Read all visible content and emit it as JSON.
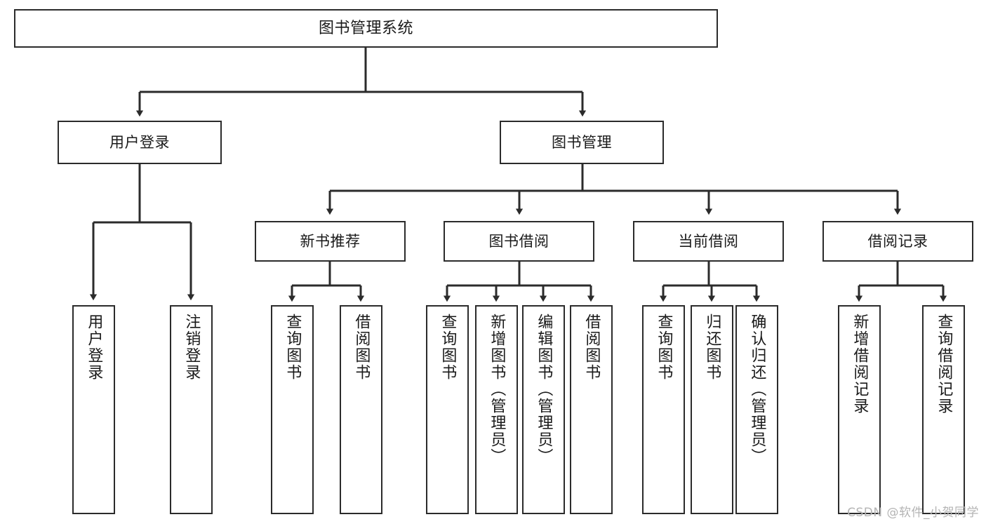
{
  "diagram": {
    "title": "图书管理系统",
    "type": "tree",
    "watermark": "CSDN @软件_小贺同学",
    "colors": {
      "stroke": "#2b2b2b",
      "fill": "#ffffff",
      "text": "#1a1a1a",
      "watermark": "#b4b4b4"
    },
    "levels": {
      "root": {
        "label": "图书管理系统"
      },
      "level2": [
        {
          "label": "用户登录"
        },
        {
          "label": "图书管理"
        }
      ],
      "level3": [
        {
          "label": "新书推荐"
        },
        {
          "label": "图书借阅"
        },
        {
          "label": "当前借阅"
        },
        {
          "label": "借阅记录"
        }
      ],
      "leaves": [
        {
          "label": "用户登录",
          "parent": "用户登录"
        },
        {
          "label": "注销登录",
          "parent": "用户登录"
        },
        {
          "label": "查询图书",
          "parent": "新书推荐"
        },
        {
          "label": "借阅图书",
          "parent": "新书推荐"
        },
        {
          "label": "查询图书",
          "parent": "图书借阅"
        },
        {
          "label": "新增图书（管理员）",
          "parent": "图书借阅"
        },
        {
          "label": "编辑图书（管理员）",
          "parent": "图书借阅"
        },
        {
          "label": "借阅图书",
          "parent": "图书借阅"
        },
        {
          "label": "查询图书",
          "parent": "当前借阅"
        },
        {
          "label": "归还图书",
          "parent": "当前借阅"
        },
        {
          "label": "确认归还（管理员）",
          "parent": "当前借阅"
        },
        {
          "label": "新增借阅记录",
          "parent": "借阅记录"
        },
        {
          "label": "查询借阅记录",
          "parent": "借阅记录"
        }
      ]
    }
  }
}
